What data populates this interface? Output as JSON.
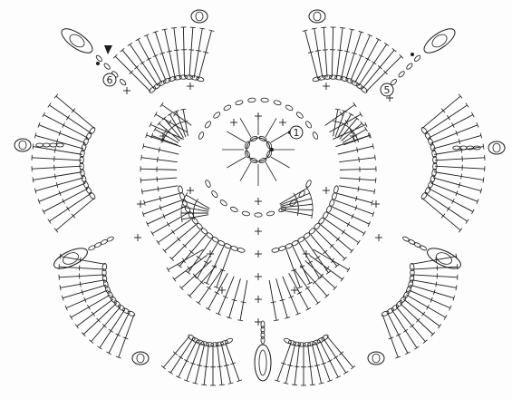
{
  "diagram": {
    "type": "crochet-chart",
    "ink_color": "#1b1b1b",
    "paper_color": "#fdfdfd",
    "round_markers": [
      {
        "label": "1"
      },
      {
        "label": "5"
      },
      {
        "label": "6"
      }
    ],
    "symbols": {
      "chain": "oval",
      "double_crochet": "tall-stitch-with-bar",
      "single_crochet": "cross",
      "slip_stitch": "filled-dot",
      "picot": "small-loop",
      "start_marker": "filled-triangle"
    }
  }
}
